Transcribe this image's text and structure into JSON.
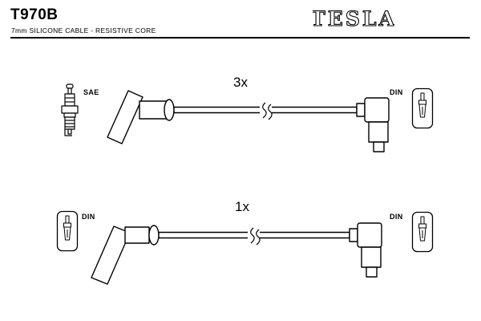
{
  "title": {
    "part_number": "T970B",
    "subtitle": "7mm SILICONE CABLE - RESISTIVE CORE"
  },
  "brand": {
    "logo_text": "TESLA"
  },
  "assemblies": [
    {
      "left_connector": "SAE",
      "quantity": "3x",
      "right_connector": "DIN"
    },
    {
      "left_connector": "DIN",
      "quantity": "1x",
      "right_connector": "DIN"
    }
  ],
  "colors": {
    "ink": "#000000",
    "paper": "#ffffff"
  }
}
